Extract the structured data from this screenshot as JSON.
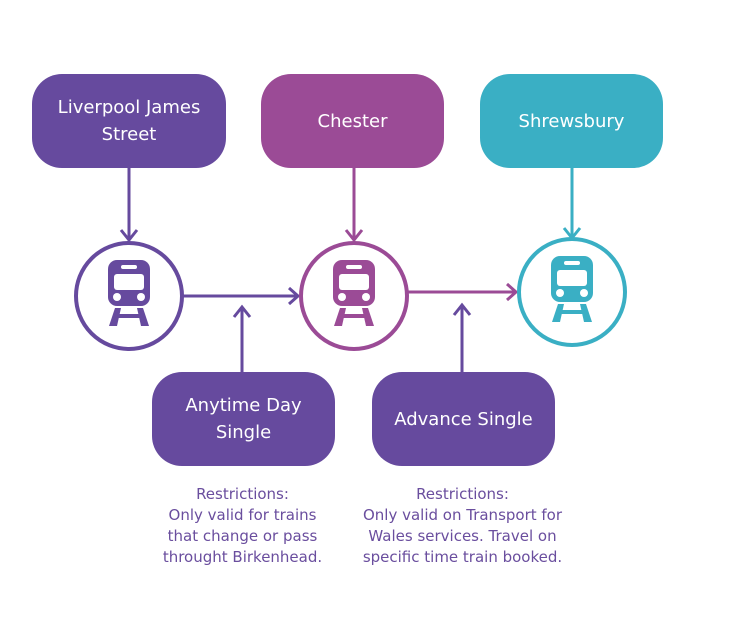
{
  "stations": [
    {
      "name": "Liverpool James Street",
      "line1": "Liverpool James",
      "line2": "Street",
      "color": "#664a9e"
    },
    {
      "name": "Chester",
      "color": "#9b4b96"
    },
    {
      "name": "Shrewsbury",
      "color": "#3aafc4"
    }
  ],
  "tickets": [
    {
      "line1": "Anytime Day",
      "line2": "Single",
      "color": "#664a9e",
      "restrictions": {
        "heading": "Restrictions:",
        "lines": [
          "Only valid for trains",
          "that change or pass",
          "throught Birkenhead."
        ]
      }
    },
    {
      "line1": "Advance Single",
      "color": "#664a9e",
      "restrictions": {
        "heading": "Restrictions:",
        "lines": [
          "Only valid on Transport for",
          "Wales services. Travel on",
          "specific time train booked."
        ]
      }
    }
  ],
  "icons": {
    "station": "train-icon"
  }
}
